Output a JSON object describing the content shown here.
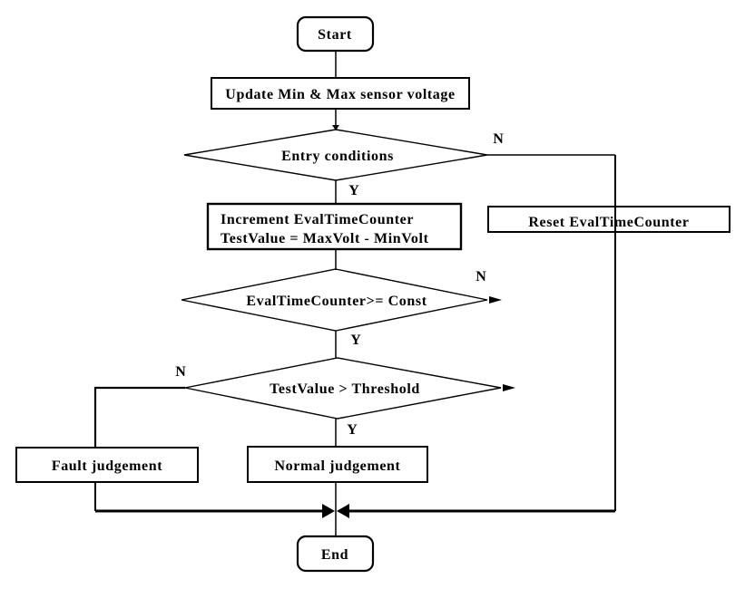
{
  "figure": {
    "background_color": "#ffffff",
    "line_color": "#000000",
    "type": "flowchart"
  },
  "nodes": {
    "start": {
      "label": "Start",
      "shape": "terminator"
    },
    "update": {
      "label": "Update Min & Max sensor voltage",
      "shape": "process"
    },
    "entry": {
      "label": "Entry conditions",
      "shape": "decision"
    },
    "increment": {
      "line1": "Increment EvalTimeCounter",
      "line2": "TestValue = MaxVolt - MinVolt",
      "shape": "process"
    },
    "reset": {
      "label": "Reset EvalTimeCounter",
      "shape": "process"
    },
    "evalcounter": {
      "label": "EvalTimeCounter>= Const",
      "shape": "decision"
    },
    "testvalue": {
      "label": "TestValue > Threshold",
      "shape": "decision"
    },
    "fault": {
      "label": "Fault judgement",
      "shape": "process"
    },
    "normal": {
      "label": "Normal judgement",
      "shape": "process"
    },
    "end": {
      "label": "End",
      "shape": "terminator"
    }
  },
  "branch_labels": {
    "entry_no": "N",
    "entry_yes": "Y",
    "evalcounter_no": "N",
    "evalcounter_yes": "Y",
    "testvalue_no": "N",
    "testvalue_yes": "Y"
  }
}
